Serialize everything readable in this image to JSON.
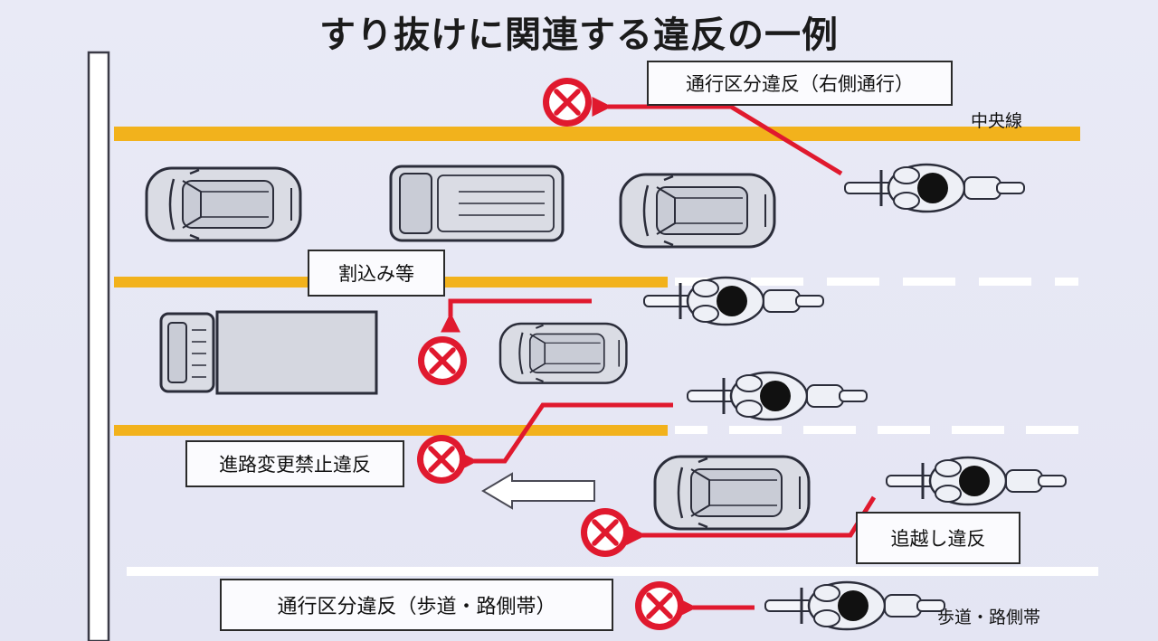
{
  "title": "すり抜けに関連する違反の一例",
  "labels": {
    "lane_violation_right": "通行区分違反（右側通行）",
    "center_line": "中央線",
    "cut_in": "割込み等",
    "lane_change_ban": "進路変更禁止違反",
    "overtaking": "追越し違反",
    "lane_violation_sidewalk": "通行区分違反（歩道・路側帯）",
    "sidewalk_shoulder": "歩道・路側帯"
  },
  "colors": {
    "background": "#e8e9f5",
    "yellow_line": "#f2b21c",
    "arrow_red": "#e0192e",
    "vehicle_fill": "#dadce4",
    "vehicle_stroke": "#2b2d3a"
  }
}
